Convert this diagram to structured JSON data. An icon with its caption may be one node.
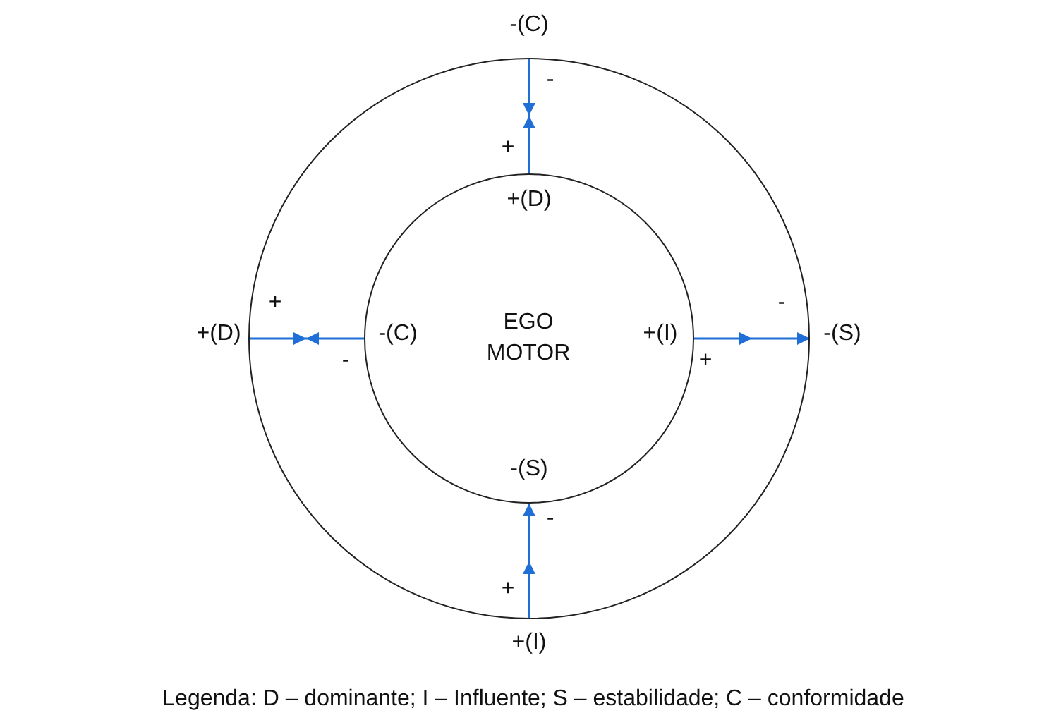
{
  "diagram": {
    "nodes": [
      {
        "text": [],
        "shape": "circle"
      },
      {
        "text": [
          "EGO MOTOR"
        ],
        "in": 0
      }
    ],
    "edges": [
      {
        "from": 0,
        "to": null,
        "arrow": "to",
        "color": "#1f6fd6"
      },
      {
        "from": 1,
        "to": null,
        "arrow": "to",
        "color": "#1f6fd6"
      },
      {
        "from": 0,
        "to": null,
        "arrow": "to",
        "color": "#1f6fd6"
      },
      {
        "from": 1,
        "to": null,
        "arrow": "to",
        "color": "#1f6fd6"
      },
      {
        "from": 1,
        "to": 0,
        "arrow": "to",
        "color": "#1f6fd6"
      },
      {
        "from": 0,
        "to": 1,
        "arrow": "to",
        "color": "#1f6fd6"
      }
    ],
    "labels": [
      "-(C)",
      "-",
      "+",
      "+(D)",
      "+",
      "+(D)",
      "-(C)",
      "-",
      "-",
      "+(I)",
      "-(S)",
      "+",
      "-(S)",
      "-",
      "+",
      "+(I)",
      "Legenda: D – dominante; I – Influente; S – estabilidade; C – conformidade"
    ]
  }
}
